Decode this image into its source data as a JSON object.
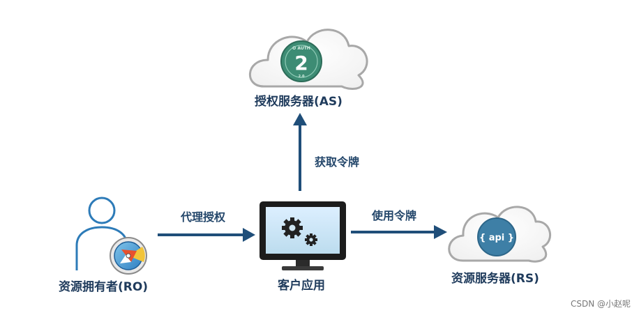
{
  "nodes": {
    "authorization_server": {
      "label": "授权服务器(AS)",
      "badge_number": "2"
    },
    "resource_owner": {
      "label": "资源拥有者(RO)"
    },
    "client_app": {
      "label": "客户应用"
    },
    "resource_server": {
      "label": "资源服务器(RS)",
      "badge_text": "{ api }"
    }
  },
  "edges": {
    "get_token": "获取令牌",
    "proxy_authorization": "代理授权",
    "use_token": "使用令牌"
  },
  "watermark": "CSDN @小赵呢",
  "colors": {
    "arrow": "#1f4e79",
    "cloud_stroke": "#a9a9a9",
    "oauth_badge": "#3d8c74",
    "api_badge": "#3e7fa6",
    "person_outline": "#2d7bb8",
    "monitor_screen": "#cfe6f2",
    "monitor_frame": "#1c1c1c"
  },
  "icons": {
    "authorization_server": "cloud-icon",
    "oauth_badge": "oauth2-badge-icon",
    "resource_owner": "person-icon",
    "browser": "browser-compass-icon",
    "client_app": "monitor-gears-icon",
    "resource_server": "cloud-api-icon"
  }
}
